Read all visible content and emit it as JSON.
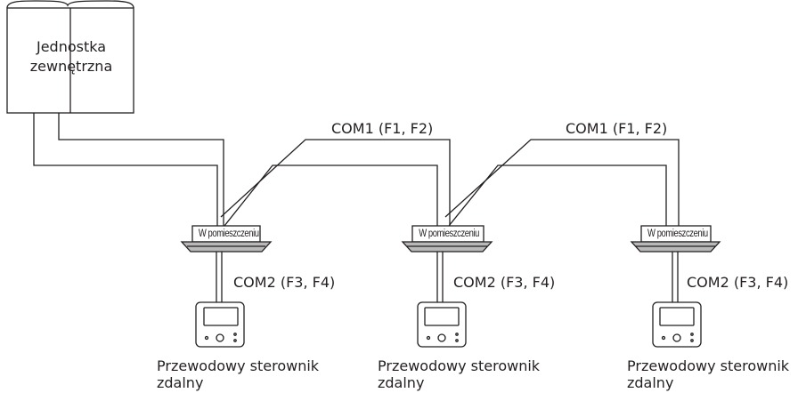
{
  "outdoor_unit": {
    "label_line1": "Jednostka",
    "label_line2": "zewnętrzna"
  },
  "indoor_units": [
    {
      "label": "W pomieszczeniu"
    },
    {
      "label": "W pomieszczeniu"
    },
    {
      "label": "W pomieszczeniu"
    }
  ],
  "com1_labels": [
    "COM1 (F1, F2)",
    "COM1 (F1, F2)"
  ],
  "com2_labels": [
    "COM2 (F3, F4)",
    "COM2 (F3, F4)",
    "COM2 (F3, F4)"
  ],
  "controllers": [
    {
      "line1": "Przewodowy sterownik",
      "line2": "zdalny"
    },
    {
      "line1": "Przewodowy sterownik",
      "line2": "zdalny"
    },
    {
      "line1": "Przewodowy sterownik",
      "line2": "zdalny"
    }
  ],
  "colors": {
    "line": "#231f20",
    "background": "#ffffff",
    "unit_gray": "#b9b9b9"
  }
}
